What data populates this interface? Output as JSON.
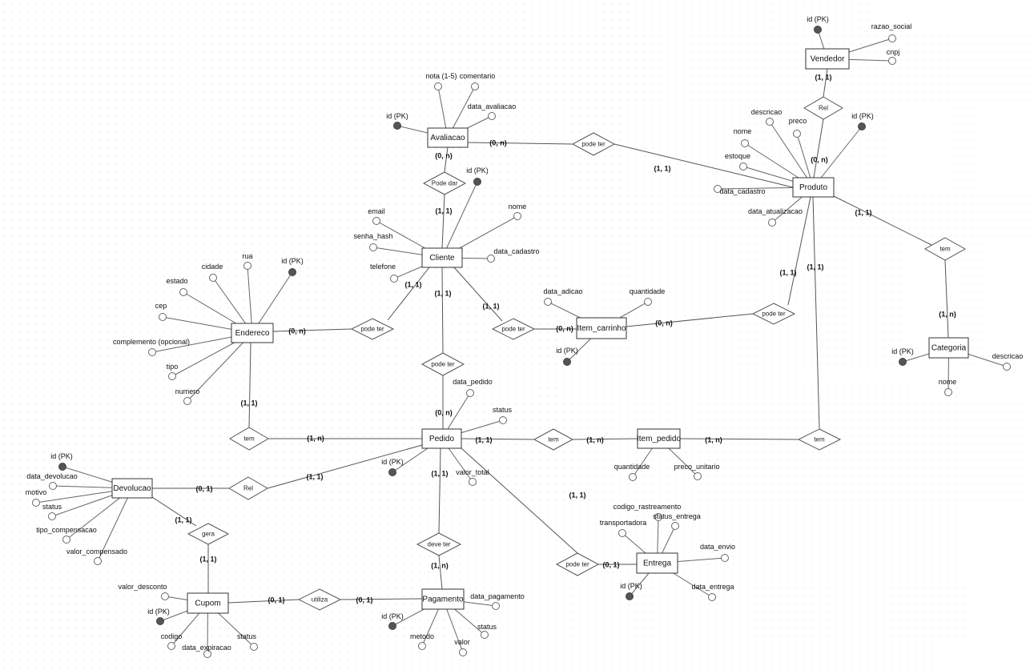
{
  "entities": [
    {
      "id": "vendedor",
      "label": "Vendedor",
      "attributes": [
        {
          "label": "id (PK)",
          "pk": true
        },
        {
          "label": "razao_social",
          "pk": false
        },
        {
          "label": "cnpj",
          "pk": false
        }
      ]
    },
    {
      "id": "avaliacao",
      "label": "Avaliacao",
      "attributes": [
        {
          "label": "nota (1-5)",
          "pk": false
        },
        {
          "label": "comentario",
          "pk": false
        },
        {
          "label": "data_avaliacao",
          "pk": false
        },
        {
          "label": "id (PK)",
          "pk": true
        }
      ]
    },
    {
      "id": "produto",
      "label": "Produto",
      "attributes": [
        {
          "label": "descricao",
          "pk": false
        },
        {
          "label": "preco",
          "pk": false
        },
        {
          "label": "id (PK)",
          "pk": true
        },
        {
          "label": "nome",
          "pk": false
        },
        {
          "label": "estoque",
          "pk": false
        },
        {
          "label": "data_cadastro",
          "pk": false
        },
        {
          "label": "data_atualizacao",
          "pk": false
        }
      ]
    },
    {
      "id": "cliente",
      "label": "Cliente",
      "attributes": [
        {
          "label": "id (PK)",
          "pk": true
        },
        {
          "label": "email",
          "pk": false
        },
        {
          "label": "nome",
          "pk": false
        },
        {
          "label": "senha_hash",
          "pk": false
        },
        {
          "label": "data_cadastro",
          "pk": false
        },
        {
          "label": "telefone",
          "pk": false
        }
      ]
    },
    {
      "id": "endereco",
      "label": "Endereco",
      "attributes": [
        {
          "label": "rua",
          "pk": false
        },
        {
          "label": "cidade",
          "pk": false
        },
        {
          "label": "id (PK)",
          "pk": true
        },
        {
          "label": "estado",
          "pk": false
        },
        {
          "label": "cep",
          "pk": false
        },
        {
          "label": "complemento (opcional)",
          "pk": false
        },
        {
          "label": "tipo",
          "pk": false
        },
        {
          "label": "numero",
          "pk": false
        }
      ]
    },
    {
      "id": "item_carrinho",
      "label": "Item_carrinho",
      "attributes": [
        {
          "label": "data_adicao",
          "pk": false
        },
        {
          "label": "quantidade",
          "pk": false
        },
        {
          "label": "id (PK)",
          "pk": true
        }
      ]
    },
    {
      "id": "categoria",
      "label": "Categoria",
      "attributes": [
        {
          "label": "id (PK)",
          "pk": true
        },
        {
          "label": "descricao",
          "pk": false
        },
        {
          "label": "nome",
          "pk": false
        }
      ]
    },
    {
      "id": "pedido",
      "label": "Pedido",
      "attributes": [
        {
          "label": "data_pedido",
          "pk": false
        },
        {
          "label": "status",
          "pk": false
        },
        {
          "label": "id (PK)",
          "pk": true
        },
        {
          "label": "valor_total",
          "pk": false
        }
      ]
    },
    {
      "id": "item_pedido",
      "label": "Item_pedido",
      "attributes": [
        {
          "label": "quantidade",
          "pk": false
        },
        {
          "label": "preco_unitario",
          "pk": false
        }
      ]
    },
    {
      "id": "devolucao",
      "label": "Devolucao",
      "attributes": [
        {
          "label": "id (PK)",
          "pk": true
        },
        {
          "label": "data_devolucao",
          "pk": false
        },
        {
          "label": "motivo",
          "pk": false
        },
        {
          "label": "status",
          "pk": false
        },
        {
          "label": "tipo_compensacao",
          "pk": false
        },
        {
          "label": "valor_compensado",
          "pk": false
        }
      ]
    },
    {
      "id": "entrega",
      "label": "Entrega",
      "attributes": [
        {
          "label": "codigo_rastreamento",
          "pk": false
        },
        {
          "label": "transportadora",
          "pk": false
        },
        {
          "label": "status_entrega",
          "pk": false
        },
        {
          "label": "data_envio",
          "pk": false
        },
        {
          "label": "id (PK)",
          "pk": true
        },
        {
          "label": "data_entrega",
          "pk": false
        }
      ]
    },
    {
      "id": "cupom",
      "label": "Cupom",
      "attributes": [
        {
          "label": "valor_desconto",
          "pk": false
        },
        {
          "label": "id (PK)",
          "pk": true
        },
        {
          "label": "codigo",
          "pk": false
        },
        {
          "label": "data_expiracao",
          "pk": false
        },
        {
          "label": "status",
          "pk": false
        }
      ]
    },
    {
      "id": "pagamento",
      "label": "Pagamento",
      "attributes": [
        {
          "label": "data_pagamento",
          "pk": false
        },
        {
          "label": "id (PK)",
          "pk": true
        },
        {
          "label": "status",
          "pk": false
        },
        {
          "label": "metodo",
          "pk": false
        },
        {
          "label": "valor",
          "pk": false
        }
      ]
    }
  ],
  "relationships": [
    {
      "id": "rel_vendedor_produto",
      "label": "Rel",
      "from": "vendedor",
      "from_card": "(1, 1)",
      "to": "produto",
      "to_card": "(0, n)"
    },
    {
      "id": "podeter_avaliacao_produto",
      "label": "pode ter",
      "from": "avaliacao",
      "from_card": "(0, n)",
      "to": "produto",
      "to_card": "(1, 1)"
    },
    {
      "id": "podedar_cliente_avaliacao",
      "label": "Pode dar",
      "from": "avaliacao",
      "from_card": "(0, n)",
      "to": "cliente",
      "to_card": "(1, 1)"
    },
    {
      "id": "tem_produto_categoria",
      "label": "tem",
      "from": "produto",
      "from_card": "(1, 1)",
      "to": "categoria",
      "to_card": "(1, n)"
    },
    {
      "id": "podeter_produto_itemcarrinho",
      "label": "pode ter",
      "from": "produto",
      "from_card": "(1, 1)",
      "to": "item_carrinho",
      "to_card": "(0, n)"
    },
    {
      "id": "podeter_cliente_endereco",
      "label": "pode ter",
      "from": "cliente",
      "from_card": "(1, 1)",
      "to": "endereco",
      "to_card": "(0, n)"
    },
    {
      "id": "podeter_cliente_itemcarrinho",
      "label": "pode ter",
      "from": "cliente",
      "from_card": "(1, 1)",
      "to": "item_carrinho",
      "to_card": "(0, n)"
    },
    {
      "id": "podeter_cliente_pedido",
      "label": "pode ter",
      "from": "cliente",
      "from_card": "(1, 1)",
      "to": "pedido",
      "to_card": "(0, n)"
    },
    {
      "id": "tem_endereco_pedido",
      "label": "tem",
      "from": "endereco",
      "from_card": "(1, 1)",
      "to": "pedido",
      "to_card": "(1, n)"
    },
    {
      "id": "tem_pedido_itempedido",
      "label": "tem",
      "from": "pedido",
      "from_card": "(1, 1)",
      "to": "item_pedido",
      "to_card": "(1, n)"
    },
    {
      "id": "tem_produto_itempedido",
      "label": "tem",
      "from": "produto",
      "from_card": "(1, 1)",
      "to": "item_pedido",
      "to_card": "(1, n)"
    },
    {
      "id": "rel_pedido_devolucao",
      "label": "Rel",
      "from": "pedido",
      "from_card": "(1, 1)",
      "to": "devolucao",
      "to_card": "(0, 1)"
    },
    {
      "id": "gera_devolucao_cupom",
      "label": "gera",
      "from": "devolucao",
      "from_card": "(1, 1)",
      "to": "cupom",
      "to_card": "(1, 1)"
    },
    {
      "id": "utiliza_cupom_pagamento",
      "label": "utiliza",
      "from": "cupom",
      "from_card": "(0, 1)",
      "to": "pagamento",
      "to_card": "(0, 1)"
    },
    {
      "id": "devter_pedido_pagamento",
      "label": "deve ter",
      "from": "pedido",
      "from_card": "(1, 1)",
      "to": "pagamento",
      "to_card": "(1, n)"
    },
    {
      "id": "podeter_pedido_entrega",
      "label": "pode ter",
      "from": "pedido",
      "from_card": "(1, 1)",
      "to": "entrega",
      "to_card": "(0, 1)"
    }
  ]
}
